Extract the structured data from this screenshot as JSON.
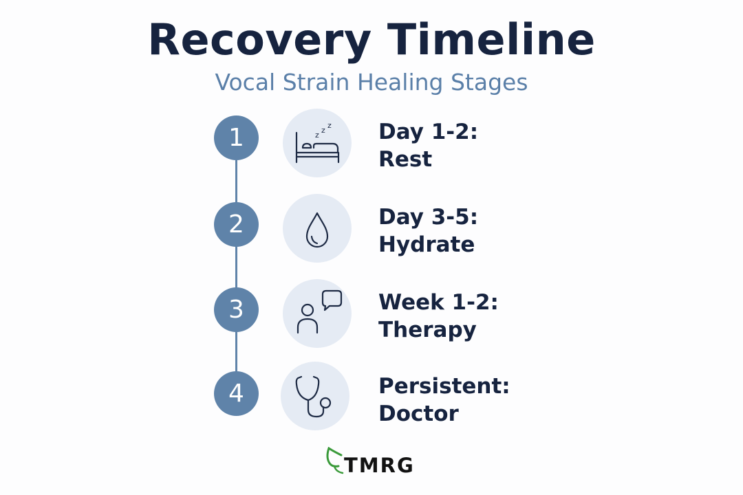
{
  "header": {
    "title": "Recovery Timeline",
    "subtitle": "Vocal Strain Healing Stages"
  },
  "steps": [
    {
      "number": "1",
      "period": "Day 1-2:",
      "action": "Rest",
      "icon": "bed-sleep-icon"
    },
    {
      "number": "2",
      "period": "Day 3-5:",
      "action": "Hydrate",
      "icon": "water-drop-icon"
    },
    {
      "number": "3",
      "period": "Week 1-2:",
      "action": "Therapy",
      "icon": "person-speech-bubble-icon"
    },
    {
      "number": "4",
      "period": "Persistent:",
      "action": "Doctor",
      "icon": "stethoscope-icon"
    }
  ],
  "logo": {
    "text": "TMRG",
    "leaf_color": "#3a9a3a"
  },
  "colors": {
    "title": "#16233f",
    "subtitle": "#5a7fa8",
    "badge": "#5f83a9",
    "icon_bg": "#e5ebf4",
    "icon_stroke": "#1d2a44"
  }
}
